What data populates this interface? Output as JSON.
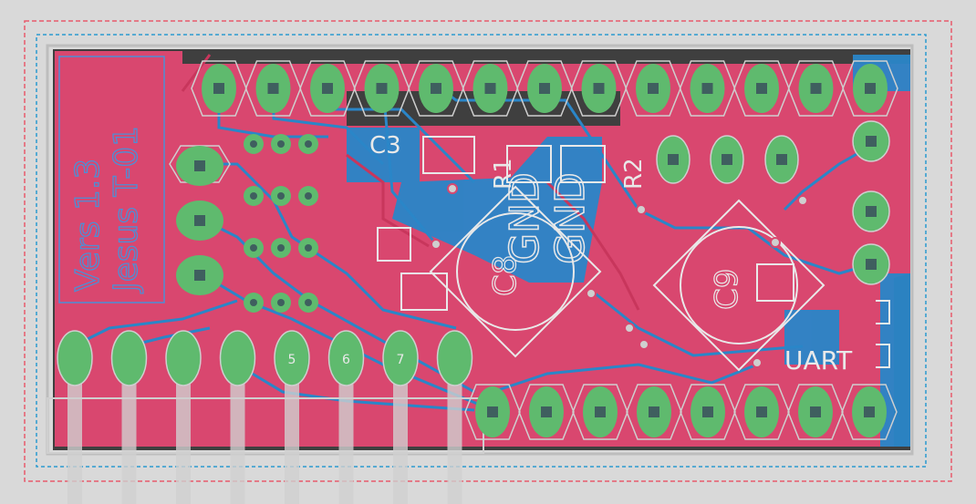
{
  "board": {
    "vertical_text_lines": [
      "Vers 1.3",
      "Jesus T-01"
    ],
    "top_header_pins": 13,
    "bottom_header_pins": 8,
    "left_header_pins": 8,
    "bottom_header_labels": [
      "",
      "",
      "",
      "",
      "5",
      "6",
      "7",
      ""
    ]
  },
  "labels": {
    "c3": "C3",
    "r1": "R1",
    "r2": "R2",
    "gnd_1": "GND",
    "gnd_2": "GND",
    "c8": "C8",
    "c9": "C9",
    "uart": "UART"
  },
  "colors": {
    "background": "#d9d9d9",
    "board_bg": "#3f3f3f",
    "top_copper": "#d9476f",
    "bottom_copper": "#2a86c8",
    "pad": "#5fba6e",
    "hole": "#3f5f5f",
    "silkscreen": "#e9e9e9",
    "outline_red": "#e85a6c",
    "outline_blue": "#2a9ad0"
  }
}
